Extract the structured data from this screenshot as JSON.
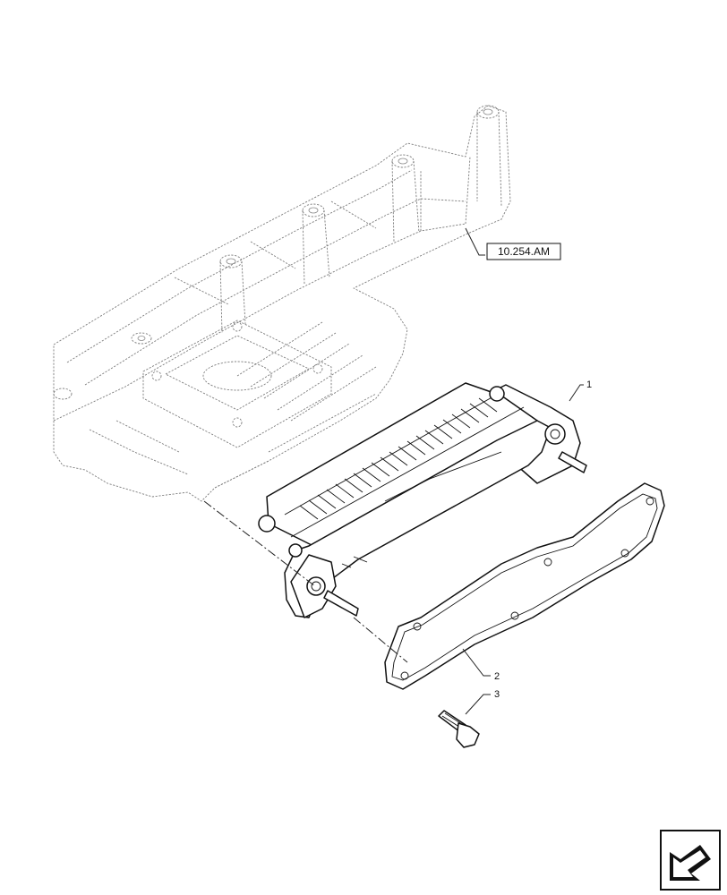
{
  "callouts": {
    "item_1": "1",
    "item_2": "2",
    "item_3": "3"
  },
  "reference_label": "10.254.AM",
  "nav_icon": "navigation-arrow-icon"
}
